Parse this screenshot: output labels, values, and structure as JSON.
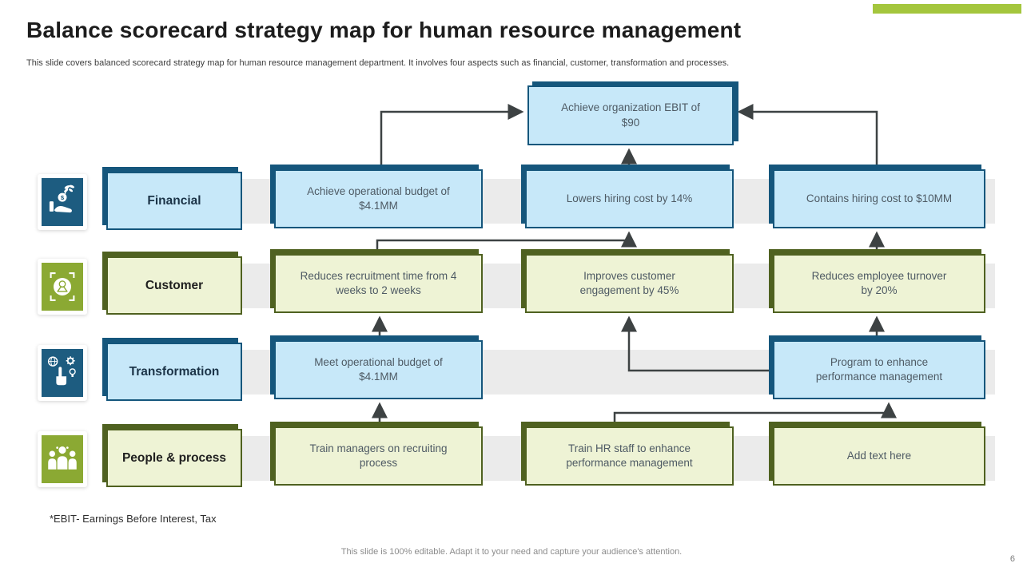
{
  "slide": {
    "title": "Balance scorecard strategy map for human resource management",
    "subtitle": "This slide covers balanced scorecard strategy map for human resource management department. It involves four aspects such as financial, customer, transformation and processes.",
    "footnote": "*EBIT- Earnings Before Interest, Tax",
    "footer": "This slide is 100% editable. Adapt it to your need and capture your audience's attention.",
    "page_number": "6"
  },
  "colors": {
    "accent_green_bar": "#a4c63d",
    "blue_fill": "#c7e8f9",
    "blue_border": "#15567c",
    "green_fill": "#eef3d5",
    "green_border": "#4f6120",
    "row_band": "#ebebeb",
    "arrow": "#3d4243",
    "icon_blue_tile": "#1d5c80",
    "icon_green_tile": "#8ba933",
    "box_text": "#4e5a64"
  },
  "top_box": {
    "label": "Achieve organization EBIT of $90",
    "theme": "blue"
  },
  "rows": [
    {
      "label": "Financial",
      "theme": "blue",
      "icon": "money-growth-icon",
      "boxes": [
        "Achieve operational budget of $4.1MM",
        "Lowers hiring cost by 14%",
        "Contains hiring cost to $10MM"
      ]
    },
    {
      "label": "Customer",
      "theme": "green",
      "icon": "customer-focus-icon",
      "boxes": [
        "Reduces recruitment time from 4 weeks to 2 weeks",
        "Improves customer engagement by 45%",
        "Reduces employee turnover by 20%"
      ]
    },
    {
      "label": "Transformation",
      "theme": "blue",
      "icon": "digital-transformation-icon",
      "boxes": [
        "Meet operational budget of $4.1MM",
        null,
        "Program to enhance performance management"
      ]
    },
    {
      "label": "People & process",
      "theme": "green",
      "icon": "people-group-icon",
      "boxes": [
        "Train managers on recruiting process",
        "Train HR staff to enhance performance management",
        "Add text here"
      ]
    }
  ]
}
